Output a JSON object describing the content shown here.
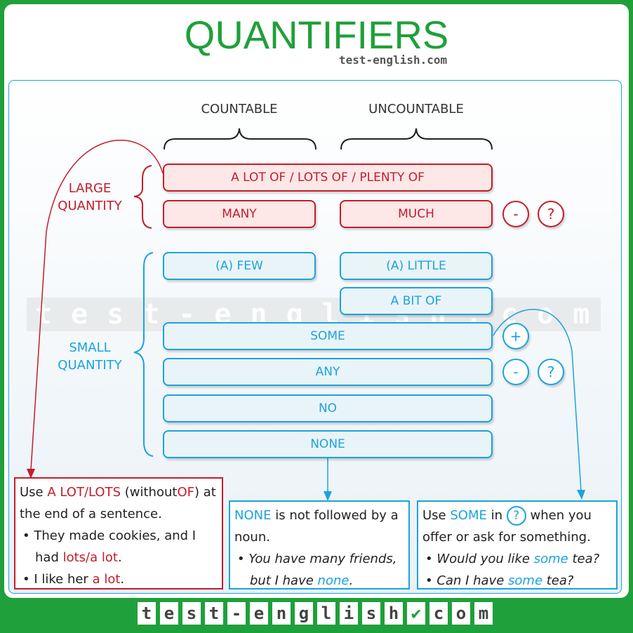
{
  "title": "QUANTIFIERS",
  "site": "test-english.com",
  "headers": {
    "countable": "COUNTABLE",
    "uncountable": "UNCOUNTABLE"
  },
  "groups": {
    "large": "LARGE QUANTITY",
    "small": "SMALL QUANTITY"
  },
  "large": {
    "both": "A LOT OF / LOTS OF / PLENTY OF",
    "countable": "MANY",
    "uncountable": "MUCH"
  },
  "small": {
    "countable_few": "(A) FEW",
    "uncountable_little": "(A) LITTLE",
    "uncountable_bit": "A BIT OF",
    "some": "SOME",
    "any": "ANY",
    "no": "NO",
    "none": "NONE"
  },
  "symbols": {
    "minus": "-",
    "question": "?",
    "plus": "+"
  },
  "watermark": "test-english.com",
  "notes": {
    "lots": {
      "p1": "Use",
      "p2": "A LOT/LOTS",
      "p3": "(without",
      "p4": "OF",
      "p5": ")",
      "p6": "at the end of a sentence.",
      "b1a": "They made cookies, and I had",
      "b1b": "lots/a lot",
      "b1c": ".",
      "b2a": "I like her",
      "b2b": "a lot",
      "b2c": "."
    },
    "none": {
      "p1": "NONE",
      "p2": "is not followed by a noun.",
      "b1a": "You have many friends, but I have",
      "b1b": "none",
      "b1c": "."
    },
    "some": {
      "p1": "Use",
      "p2": "SOME",
      "p3": "in",
      "p4": "?",
      "p5": "when you offer or ask for something.",
      "b1a": "Would you like",
      "b1b": "some",
      "b1c": "tea?",
      "b2a": "Can I have",
      "b2b": "some",
      "b2c": "tea?"
    }
  },
  "footer_chars": [
    "t",
    "e",
    "s",
    "t",
    "-",
    "e",
    "n",
    "g",
    "l",
    "i",
    "s",
    "h",
    "✔",
    "c",
    "o",
    "m"
  ],
  "colors": {
    "green": "#1fa03a",
    "red": "#c21d2b",
    "blue": "#1aa3dc"
  }
}
